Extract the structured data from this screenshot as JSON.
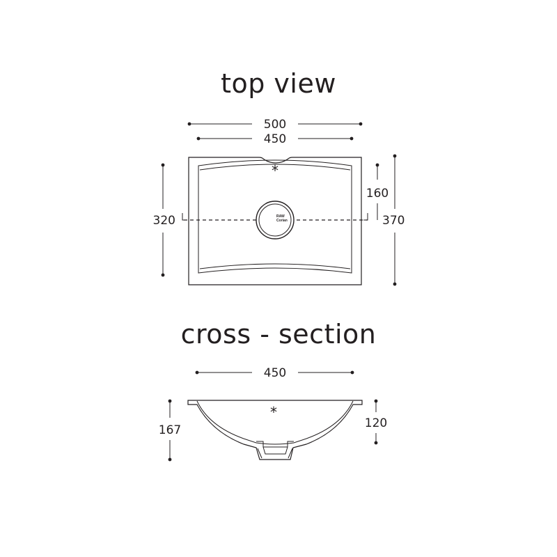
{
  "titles": {
    "top_view": "top view",
    "cross_section": "cross - section"
  },
  "top_view": {
    "outer_width": "500",
    "inner_width": "450",
    "inner_depth": "320",
    "outer_depth": "370",
    "drain_offset": "160",
    "feature_mark": "*",
    "drain_logo_line1": "RAW",
    "drain_logo_line2": "Corian"
  },
  "cross_section": {
    "width": "450",
    "total_height": "167",
    "bowl_depth": "120",
    "feature_mark": "*"
  },
  "colors": {
    "ink": "#231f20",
    "background": "#ffffff"
  }
}
